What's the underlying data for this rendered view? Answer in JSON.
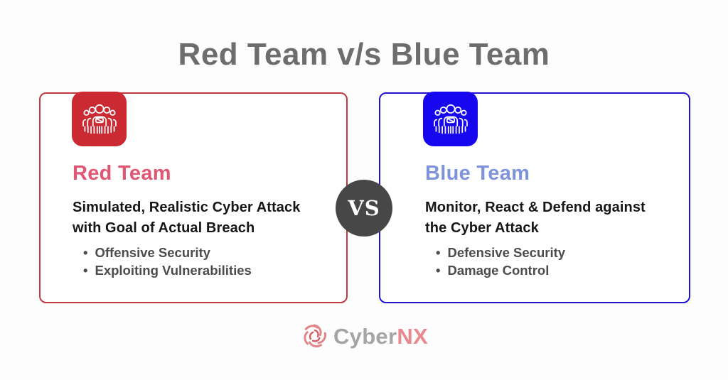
{
  "title": "Red Team v/s Blue Team",
  "vs_label": "VS",
  "cards": [
    {
      "id": "red-team",
      "heading": "Red Team",
      "description_lines": [
        "Simulated, Realistic Cyber Attack",
        "with Goal of Actual Breach"
      ],
      "bullets": [
        "Offensive Security",
        "Exploiting Vulnerabilities"
      ],
      "icon": "team-group-icon"
    },
    {
      "id": "blue-team",
      "heading": "Blue Team",
      "description_lines": [
        "Monitor, React & Defend against",
        "the Cyber Attack"
      ],
      "bullets": [
        "Defensive Security",
        "Damage Control"
      ],
      "icon": "team-group-icon"
    }
  ],
  "logo": {
    "name_primary": "Cyber",
    "name_accent": "NX",
    "icon": "swirl-icon"
  },
  "colors": {
    "red_accent": "#cb2a33",
    "red_border": "#c23a41",
    "red_heading": "#e05673",
    "blue_accent": "#1707ee",
    "blue_border": "#2012d0",
    "blue_heading": "#7e93dc",
    "vs_circle": "#474747",
    "title_text": "#6d6d6d",
    "body_text": "#161616",
    "bullet_text": "#4c4c4c",
    "logo_gray": "#a7a4a4",
    "logo_red": "#e9898f"
  }
}
